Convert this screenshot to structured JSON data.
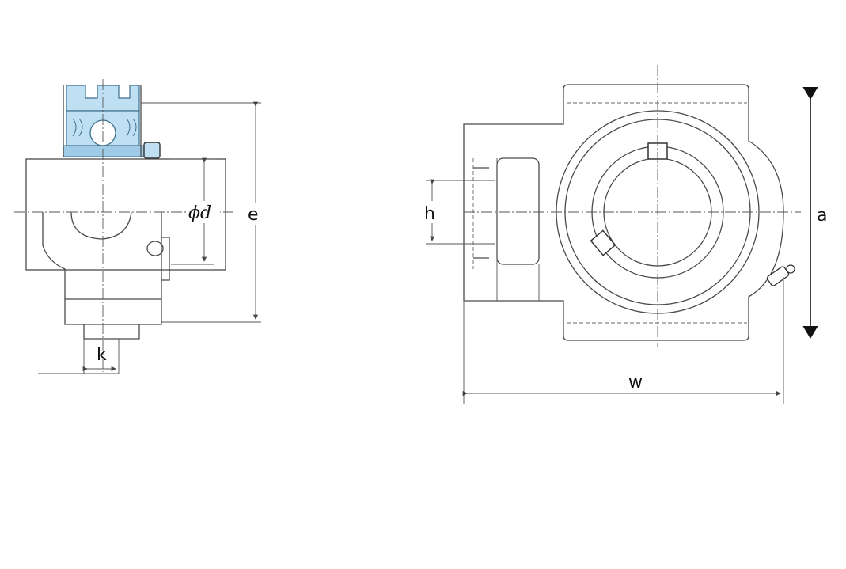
{
  "labels": {
    "phi_d": "ϕd",
    "e": "e",
    "k": "k",
    "h": "h",
    "a": "a",
    "w": "w"
  },
  "colors": {
    "line": "#4a4a4a",
    "bearing_fill": "#bfe0f3",
    "bearing_stroke": "#3d6f8e",
    "background": "#ffffff"
  }
}
